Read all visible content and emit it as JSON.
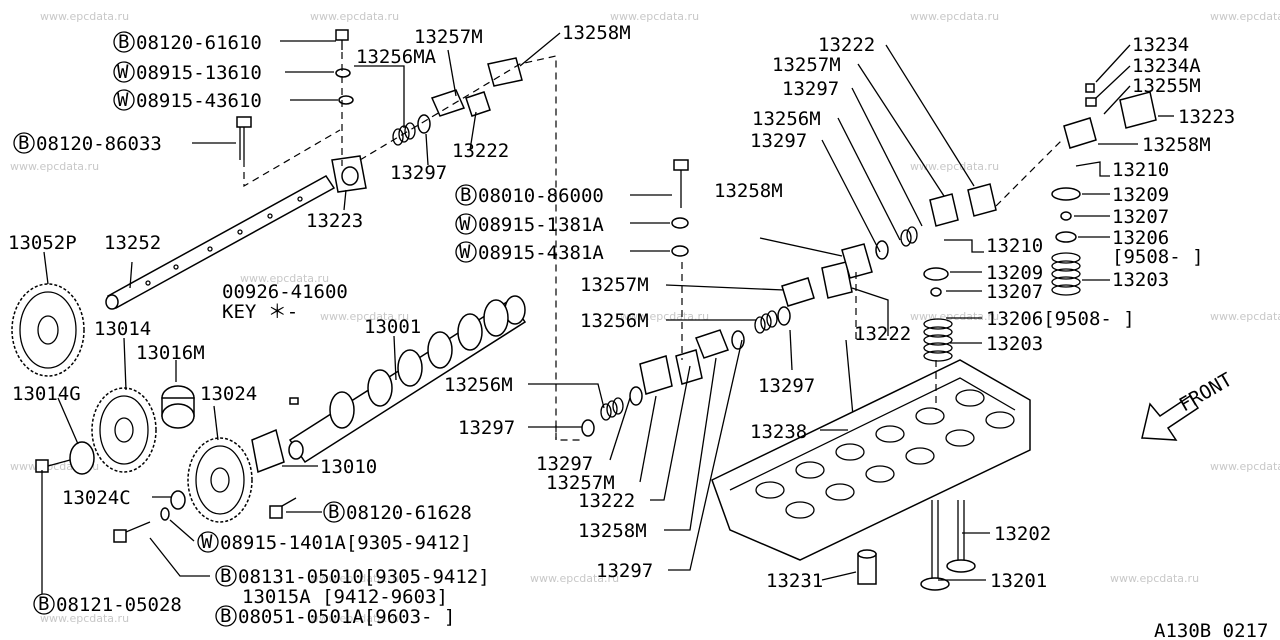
{
  "watermark": "www.epcdata.ru",
  "footer_code": "A130B 0217",
  "front_label": "FRONT",
  "key_label": "00926-41600",
  "key_sub": "KEY ＊-",
  "labels": [
    {
      "prefix": "B",
      "text": "08120-61610"
    },
    {
      "prefix": "W",
      "text": "08915-13610"
    },
    {
      "prefix": "W",
      "text": "08915-43610"
    },
    {
      "prefix": "B",
      "text": "08120-86033"
    },
    {
      "prefix": "",
      "text": "13256MA"
    },
    {
      "prefix": "",
      "text": "13257M"
    },
    {
      "prefix": "",
      "text": "13258M"
    },
    {
      "prefix": "",
      "text": "13222"
    },
    {
      "prefix": "",
      "text": "13297"
    },
    {
      "prefix": "",
      "text": "13223"
    },
    {
      "prefix": "B",
      "text": "08010-86000"
    },
    {
      "prefix": "W",
      "text": "08915-1381A"
    },
    {
      "prefix": "W",
      "text": "08915-4381A"
    },
    {
      "prefix": "",
      "text": "13052P"
    },
    {
      "prefix": "",
      "text": "13252"
    },
    {
      "prefix": "",
      "text": "13014"
    },
    {
      "prefix": "",
      "text": "13016M"
    },
    {
      "prefix": "",
      "text": "13014G"
    },
    {
      "prefix": "",
      "text": "13024"
    },
    {
      "prefix": "",
      "text": "13001"
    },
    {
      "prefix": "",
      "text": "13010"
    },
    {
      "prefix": "",
      "text": "13024C"
    },
    {
      "prefix": "B",
      "text": "08120-61628"
    },
    {
      "prefix": "W",
      "text": "08915-1401A[9305-9412]"
    },
    {
      "prefix": "B",
      "text": "08131-05010[9305-9412]"
    },
    {
      "prefix": "",
      "text": "13015A [9412-9603]"
    },
    {
      "prefix": "B",
      "text": "08051-0501A[9603-     ]"
    },
    {
      "prefix": "B",
      "text": "08121-05028"
    },
    {
      "prefix": "",
      "text": "13258M"
    },
    {
      "prefix": "",
      "text": "13257M"
    },
    {
      "prefix": "",
      "text": "13256M"
    },
    {
      "prefix": "",
      "text": "13222"
    },
    {
      "prefix": "",
      "text": "13256M"
    },
    {
      "prefix": "",
      "text": "13297"
    },
    {
      "prefix": "",
      "text": "13297"
    },
    {
      "prefix": "",
      "text": "13297"
    },
    {
      "prefix": "",
      "text": "13257M"
    },
    {
      "prefix": "",
      "text": "13222"
    },
    {
      "prefix": "",
      "text": "13258M"
    },
    {
      "prefix": "",
      "text": "13297"
    },
    {
      "prefix": "",
      "text": "13222"
    },
    {
      "prefix": "",
      "text": "13257M"
    },
    {
      "prefix": "",
      "text": "13297"
    },
    {
      "prefix": "",
      "text": "13256M"
    },
    {
      "prefix": "",
      "text": "13297"
    },
    {
      "prefix": "",
      "text": "13210"
    },
    {
      "prefix": "",
      "text": "13209"
    },
    {
      "prefix": "",
      "text": "13207"
    },
    {
      "prefix": "",
      "text": "13206[9508-     ]"
    },
    {
      "prefix": "",
      "text": "13203"
    },
    {
      "prefix": "",
      "text": "13238"
    },
    {
      "prefix": "",
      "text": "13202"
    },
    {
      "prefix": "",
      "text": "13231"
    },
    {
      "prefix": "",
      "text": "13201"
    },
    {
      "prefix": "",
      "text": "13234"
    },
    {
      "prefix": "",
      "text": "13234A"
    },
    {
      "prefix": "",
      "text": "13255M"
    },
    {
      "prefix": "",
      "text": "13223"
    },
    {
      "prefix": "",
      "text": "13258M"
    },
    {
      "prefix": "",
      "text": "13210"
    },
    {
      "prefix": "",
      "text": "13209"
    },
    {
      "prefix": "",
      "text": "13207"
    },
    {
      "prefix": "",
      "text": "13206"
    },
    {
      "prefix": "",
      "text": "[9508-     ]"
    },
    {
      "prefix": "",
      "text": "13203"
    }
  ]
}
